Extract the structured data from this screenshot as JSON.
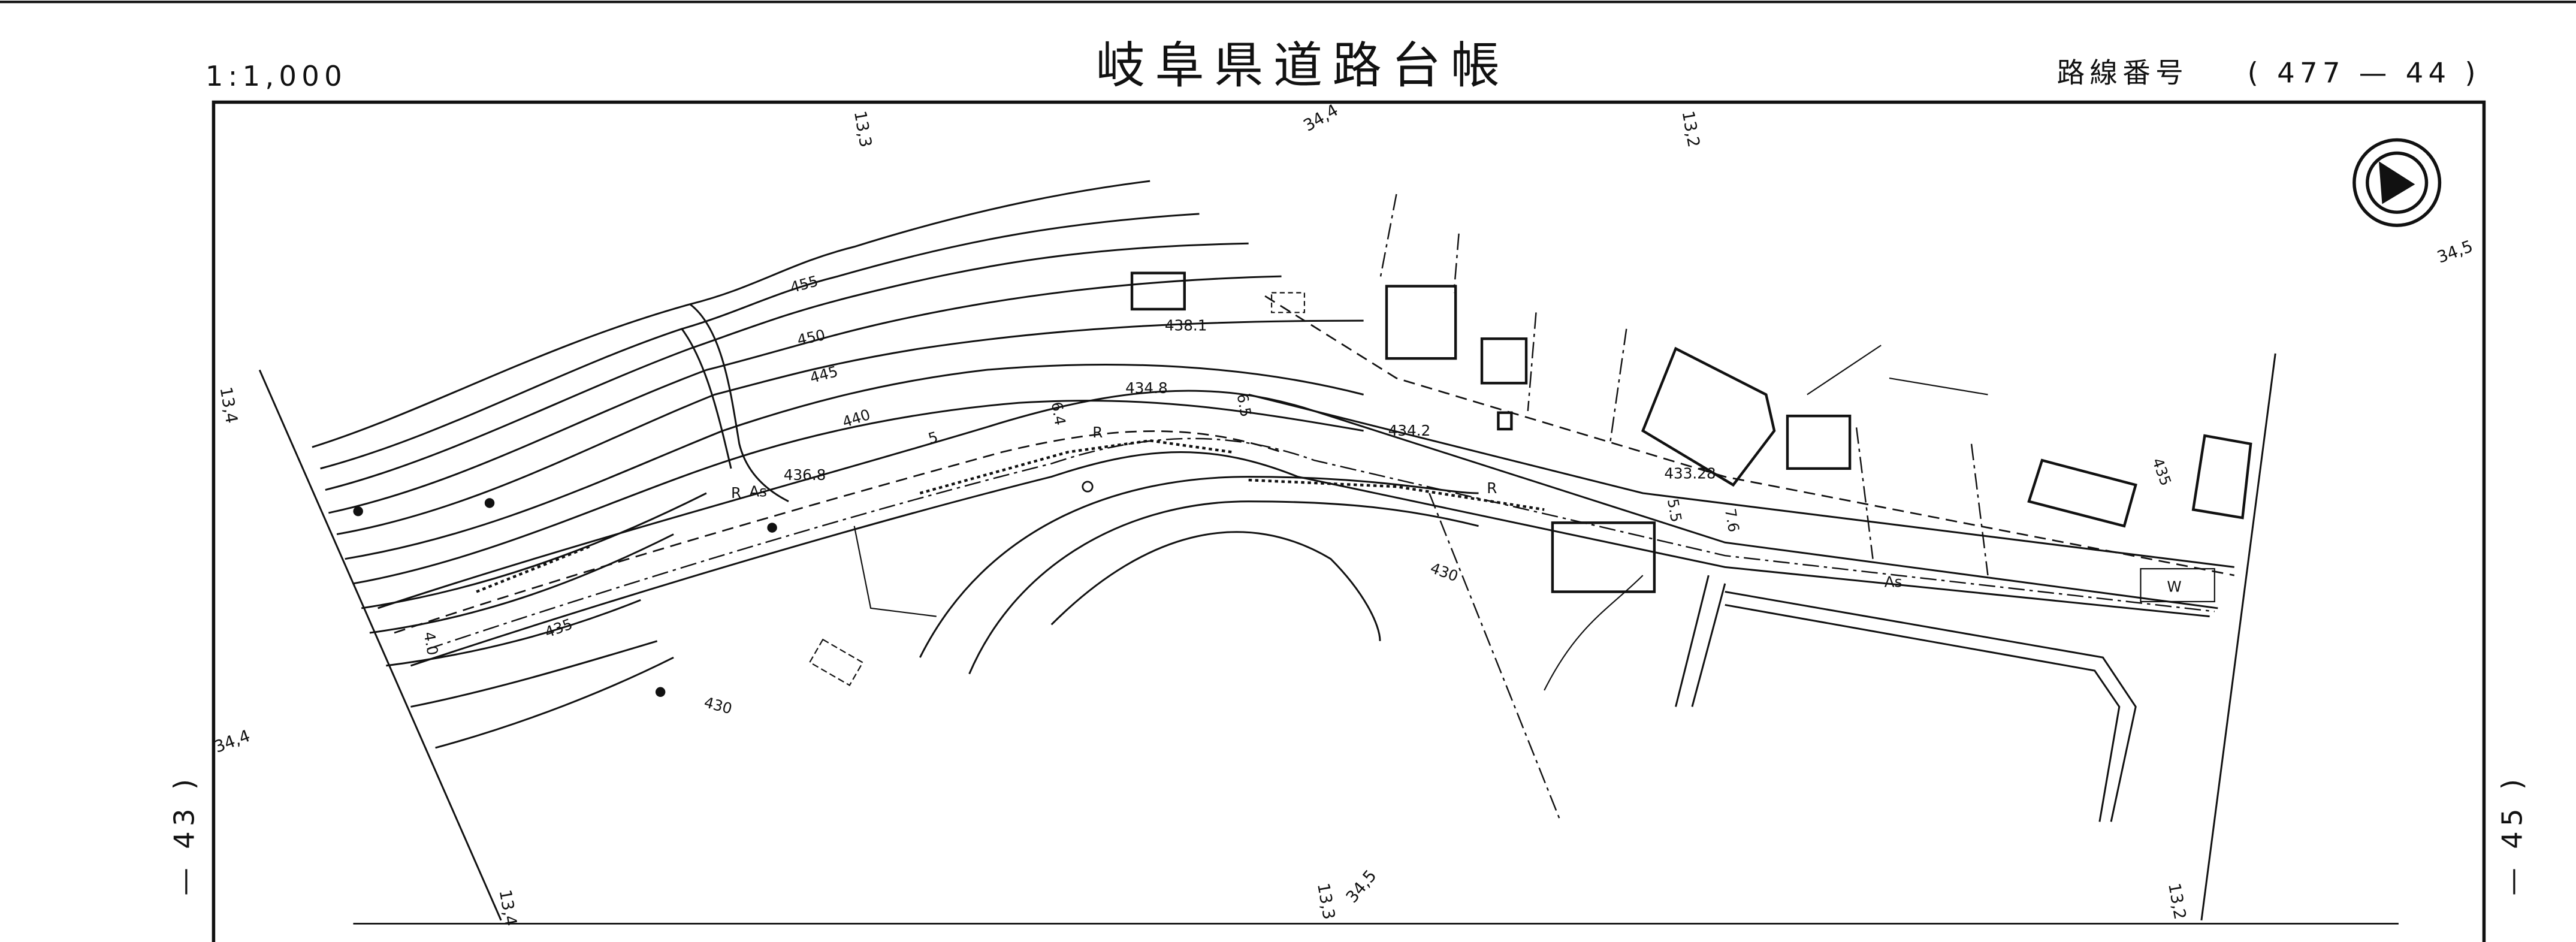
{
  "header": {
    "scale": "1:1,000",
    "title": "岐阜県道路台帳",
    "route_label": "路線番号",
    "route_number": "( 477 — 44 )"
  },
  "side_pages": {
    "left": "— 43 )",
    "right": "— 45 )"
  },
  "grid_labels": {
    "top": [
      "13,3",
      "34,4",
      "13,2"
    ],
    "right": "34,5",
    "left": [
      "13,4",
      "34,4"
    ],
    "bottom": [
      "13,4",
      "13,3",
      "34,5",
      "13,2"
    ]
  },
  "contours": [
    "455",
    "450",
    "445",
    "440",
    "435",
    "430",
    "430",
    "435"
  ],
  "elevations": [
    "438.1",
    "434.8",
    "434.2",
    "436.8",
    "433.28"
  ],
  "road_widths": [
    "5",
    "6.4",
    "6.5",
    "5.5",
    "7.6",
    "4.0"
  ],
  "surface_labels": {
    "asphalt": "As",
    "asphalt2": "As",
    "road": "R",
    "road2": "R",
    "road3": "R",
    "water": "W"
  },
  "compass": "north-arrow"
}
